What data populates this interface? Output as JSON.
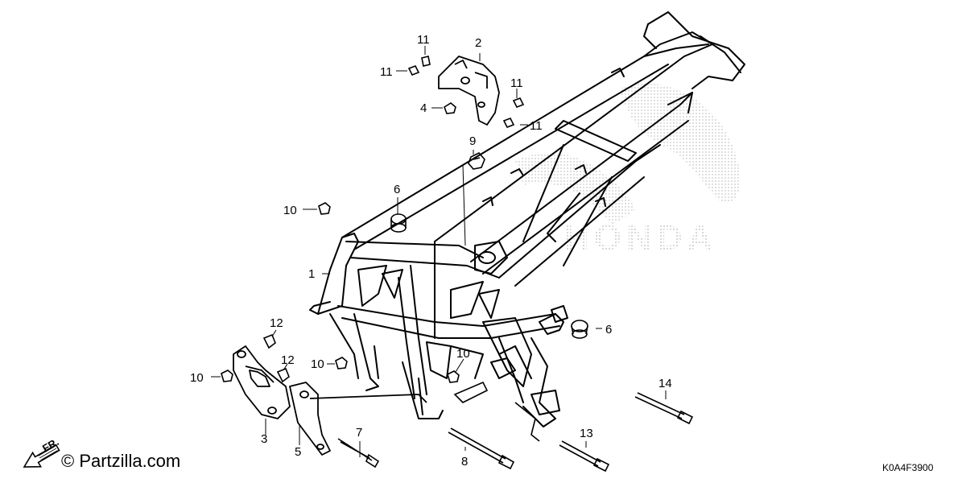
{
  "diagram": {
    "parts": {
      "p1": "1",
      "p2": "2",
      "p3": "3",
      "p4": "4",
      "p5": "5",
      "p6a": "6",
      "p6b": "6",
      "p7": "7",
      "p8": "8",
      "p9": "9",
      "p10a": "10",
      "p10b": "10",
      "p10c": "10",
      "p10d": "10",
      "p11a": "11",
      "p11b": "11",
      "p11c": "11",
      "p11d": "11",
      "p12a": "12",
      "p12b": "12",
      "p13": "13",
      "p14": "14"
    },
    "front_indicator": "FR.",
    "watermark": "© Partzilla.com",
    "diagram_code": "K0A4F3900",
    "brand_background": "HONDA",
    "icons": [
      "front-arrow-icon",
      "copyright-icon"
    ],
    "colors": {
      "line": "#000000",
      "background": "#ffffff",
      "stipple": "#bdbdbd"
    }
  }
}
